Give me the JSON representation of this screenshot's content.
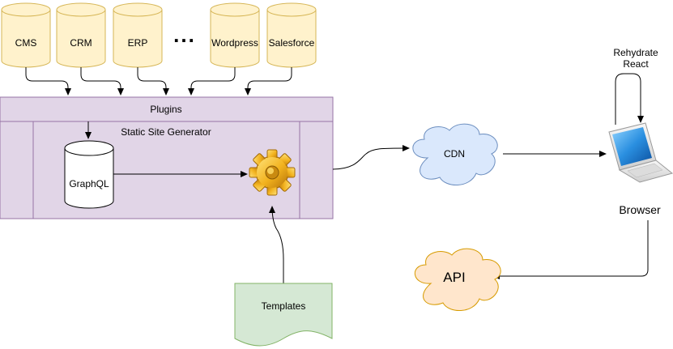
{
  "sources": [
    {
      "label": "CMS"
    },
    {
      "label": "CRM"
    },
    {
      "label": "ERP"
    },
    {
      "label": "Wordpress"
    },
    {
      "label": "Salesforce"
    }
  ],
  "ellipsis": "...",
  "plugins_label": "Plugins",
  "ssg_label": "Static Site Generator",
  "graphql_label": "GraphQL",
  "generator_icon": "gear-icon",
  "templates_label": "Templates",
  "cdn_label": "CDN",
  "browser_label": "Browser",
  "browser_icon": "laptop-icon",
  "rehydrate_label_line1": "Rehydrate",
  "rehydrate_label_line2": "React",
  "api_label": "API",
  "colors": {
    "db_fill": "#fff2cc",
    "db_stroke": "#d6b656",
    "plugins_fill": "#e1d5e7",
    "plugins_stroke": "#9673a6",
    "cdn_fill": "#dae8fc",
    "cdn_stroke": "#6c8ebf",
    "api_fill": "#ffe6cc",
    "api_stroke": "#d79b00",
    "templates_fill": "#d5e8d4",
    "templates_stroke": "#82b366"
  }
}
